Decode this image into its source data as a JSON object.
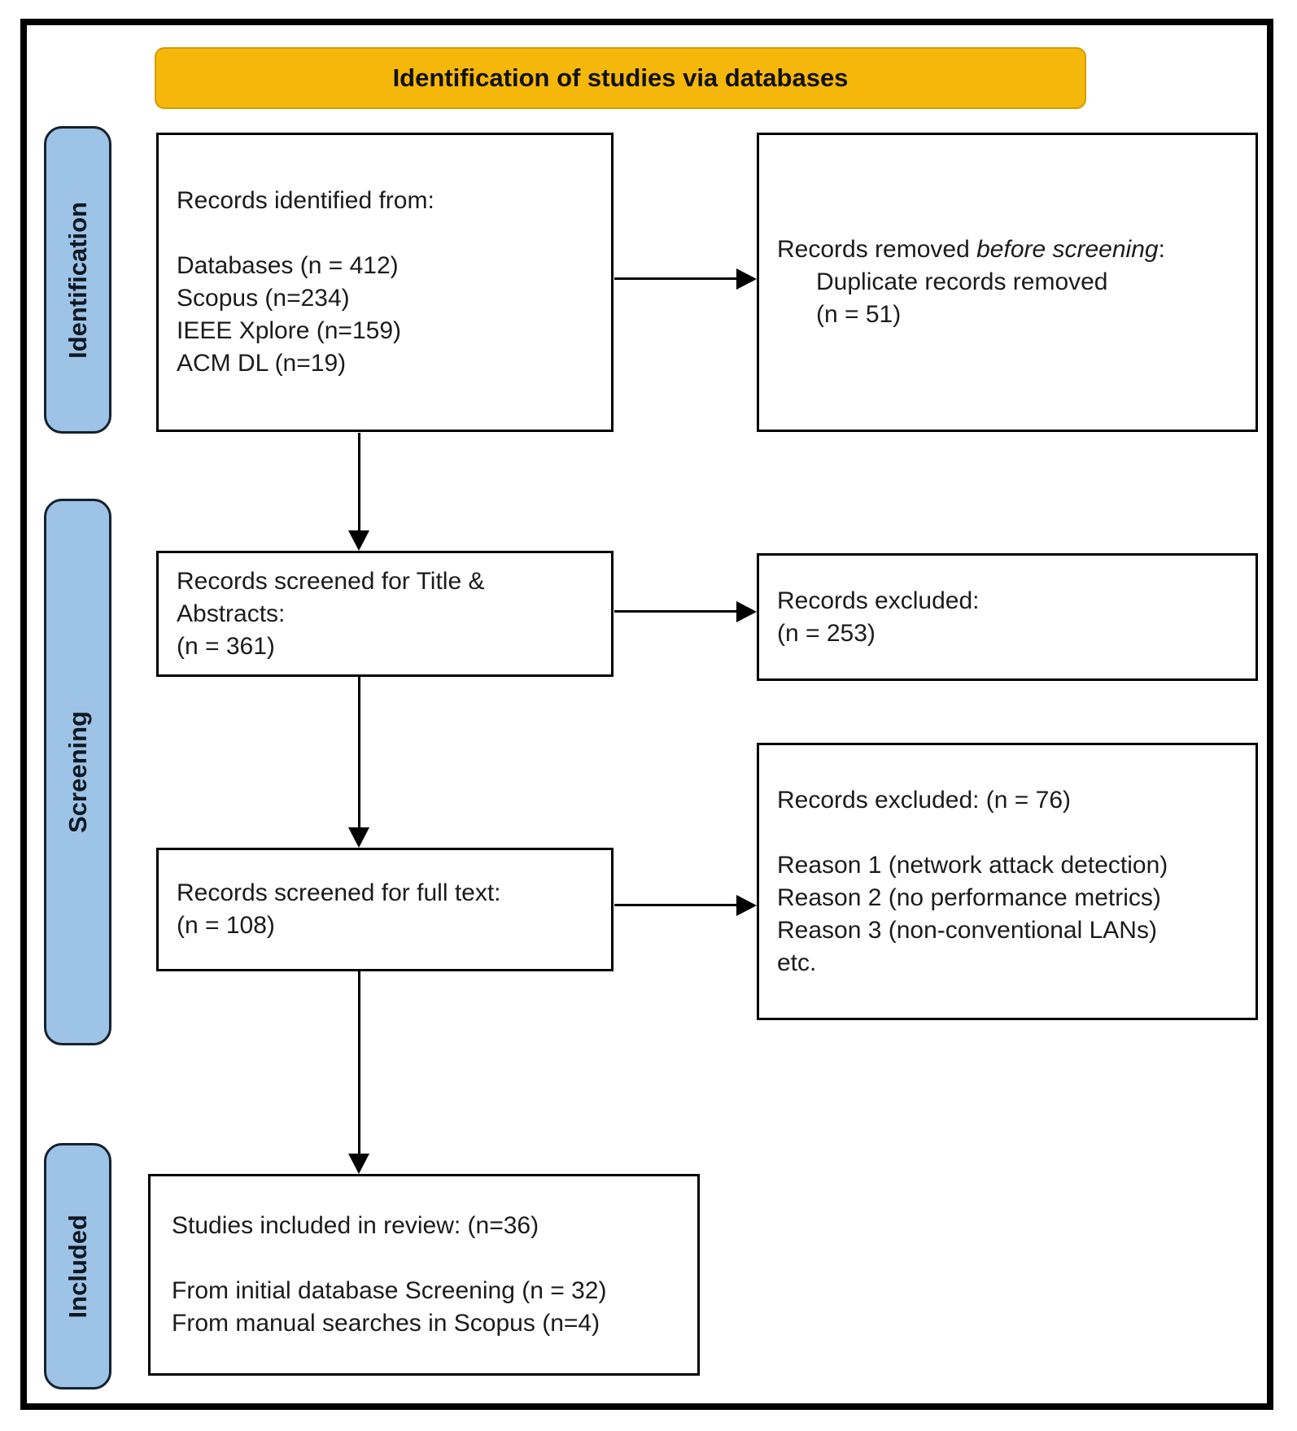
{
  "banner": {
    "title": "Identification of studies via databases"
  },
  "stages": [
    {
      "label": "Identification"
    },
    {
      "label": "Screening"
    },
    {
      "label": "Included"
    }
  ],
  "boxes": {
    "identified": {
      "heading": "Records identified from:",
      "lines": [
        "Databases (n = 412)",
        "Scopus (n=234)",
        "IEEE Xplore (n=159)",
        "ACM DL (n=19)"
      ]
    },
    "removed": {
      "line1_prefix": "Records removed ",
      "line1_italic": "before screening",
      "line1_suffix": ":",
      "lines": [
        "Duplicate records removed",
        "(n = 51)"
      ]
    },
    "screened_title": {
      "lines": [
        "Records screened for Title &",
        "Abstracts:",
        "(n = 361)"
      ]
    },
    "excluded_title": {
      "lines": [
        "Records excluded:",
        "(n = 253)"
      ]
    },
    "screened_fulltext": {
      "lines": [
        "Records screened for full text:",
        "(n = 108)"
      ]
    },
    "excluded_fulltext": {
      "heading": "Records excluded: (n = 76)",
      "lines": [
        "Reason 1 (network attack detection)",
        "Reason 2 (no performance metrics)",
        "Reason 3 (non-conventional LANs)",
        "etc."
      ]
    },
    "included": {
      "heading": "Studies included in review: (n=36)",
      "lines": [
        "From initial database Screening (n = 32)",
        "From manual searches in Scopus (n=4)"
      ]
    }
  },
  "colors": {
    "banner_fill": "#F5B70A",
    "banner_border": "#D49C00",
    "stage_fill": "#9DC3E6",
    "stage_border": "#16212E",
    "arrow": "#000000"
  }
}
